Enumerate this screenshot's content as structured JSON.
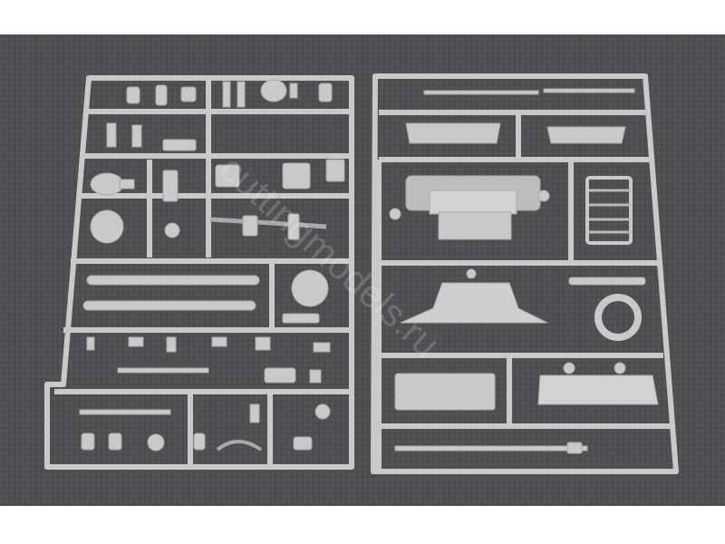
{
  "photo": {
    "subject": "Two grey plastic model kit sprue frames on a dark grey background",
    "colors": {
      "frame": "#ffffff",
      "background": "#4e5052",
      "plastic": "#c9c9c7",
      "plastic_shade": "#a9a9a6",
      "plastic_light": "#dededc"
    }
  },
  "watermark": {
    "text": "cuttingmodels.ru",
    "style": "semi-transparent diagonal watermark across the photo"
  }
}
